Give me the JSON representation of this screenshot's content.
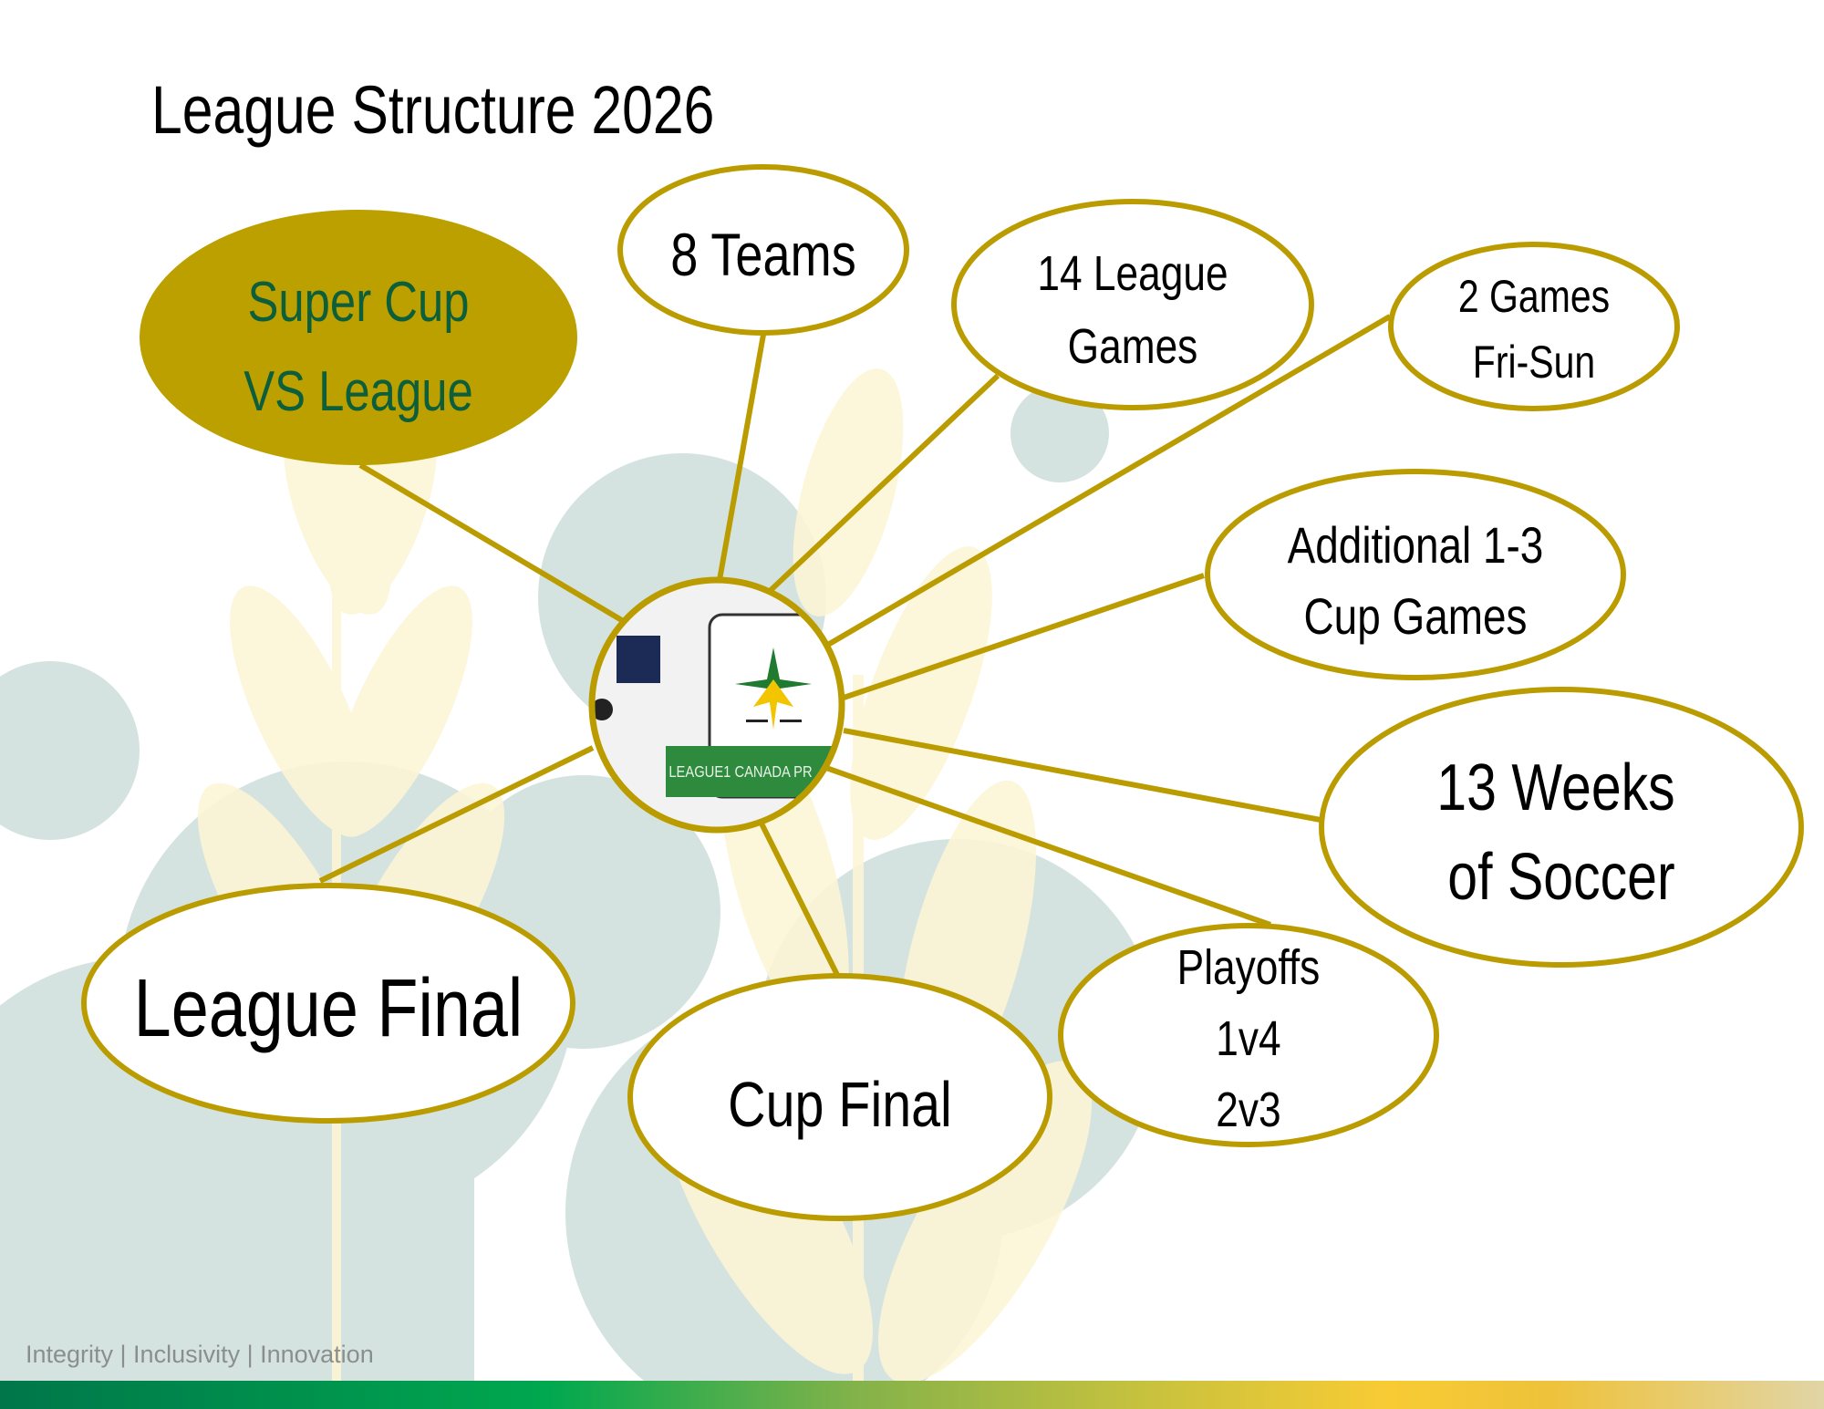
{
  "title": "League Structure 2026",
  "tagline": "Integrity | Inclusivity | Innovation",
  "center_logo": {
    "text": "LEAGUE1 CANADA PR"
  },
  "nodes": {
    "super_cup": {
      "lines": [
        "Super Cup",
        "VS League"
      ]
    },
    "teams": {
      "lines": [
        "8 Teams"
      ]
    },
    "league_games": {
      "lines": [
        "14 League",
        "Games"
      ]
    },
    "games_weekend": {
      "lines": [
        "2 Games",
        "Fri-Sun"
      ]
    },
    "cup_games": {
      "lines": [
        "Additional 1-3",
        "Cup Games"
      ]
    },
    "weeks": {
      "lines": [
        "13 Weeks",
        "of Soccer"
      ]
    },
    "playoffs": {
      "lines": [
        "Playoffs",
        "1v4",
        "2v3"
      ]
    },
    "cup_final": {
      "lines": [
        "Cup Final"
      ]
    },
    "league_final": {
      "lines": [
        "League Final"
      ]
    }
  },
  "colors": {
    "accent": "#bb9c00",
    "super_cup_text": "#0d5e3a",
    "bg_circle": "#d4e3e0",
    "leaf": "#fdf6d8"
  }
}
